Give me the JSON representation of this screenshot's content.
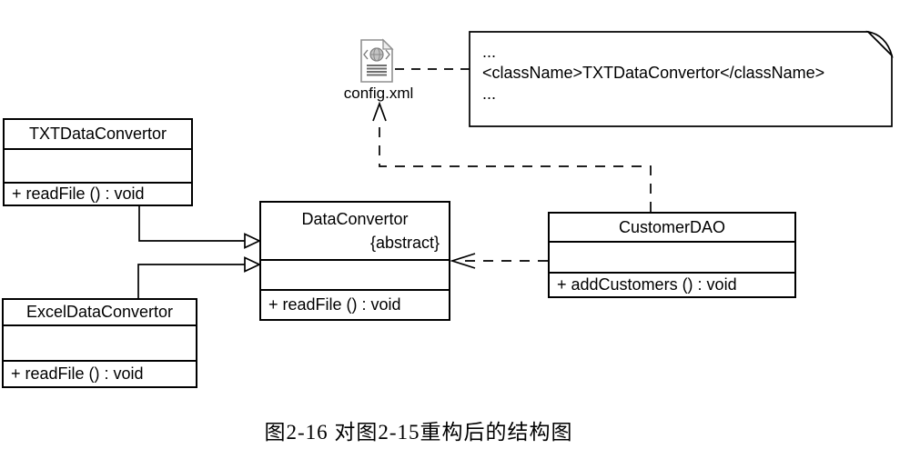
{
  "classes": {
    "txt": {
      "name": "TXTDataConvertor",
      "attributes": "",
      "methods": "+ readFile () : void"
    },
    "excel": {
      "name": "ExcelDataConvertor",
      "attributes": "",
      "methods": "+ readFile () : void"
    },
    "abstract": {
      "name": "DataConvertor",
      "stereotype": "{abstract}",
      "attributes": "",
      "methods": "+ readFile () : void"
    },
    "dao": {
      "name": "CustomerDAO",
      "attributes": "",
      "methods": "+ addCustomers () : void"
    }
  },
  "artifact": {
    "label": "config.xml"
  },
  "note": {
    "line1": "...",
    "line2": "<className>TXTDataConvertor</className>",
    "line3": "..."
  },
  "relationships": [
    {
      "type": "generalization",
      "from": "TXTDataConvertor",
      "to": "DataConvertor"
    },
    {
      "type": "generalization",
      "from": "ExcelDataConvertor",
      "to": "DataConvertor"
    },
    {
      "type": "dependency",
      "from": "CustomerDAO",
      "to": "DataConvertor"
    },
    {
      "type": "dependency",
      "from": "CustomerDAO",
      "to": "config.xml"
    },
    {
      "type": "anchor",
      "from": "config.xml",
      "to": "note"
    }
  ],
  "caption": "图2-16  对图2-15重构后的结构图",
  "colors": {
    "line": "#000000",
    "background": "#ffffff",
    "icon_gray": "#8f8f8f"
  }
}
